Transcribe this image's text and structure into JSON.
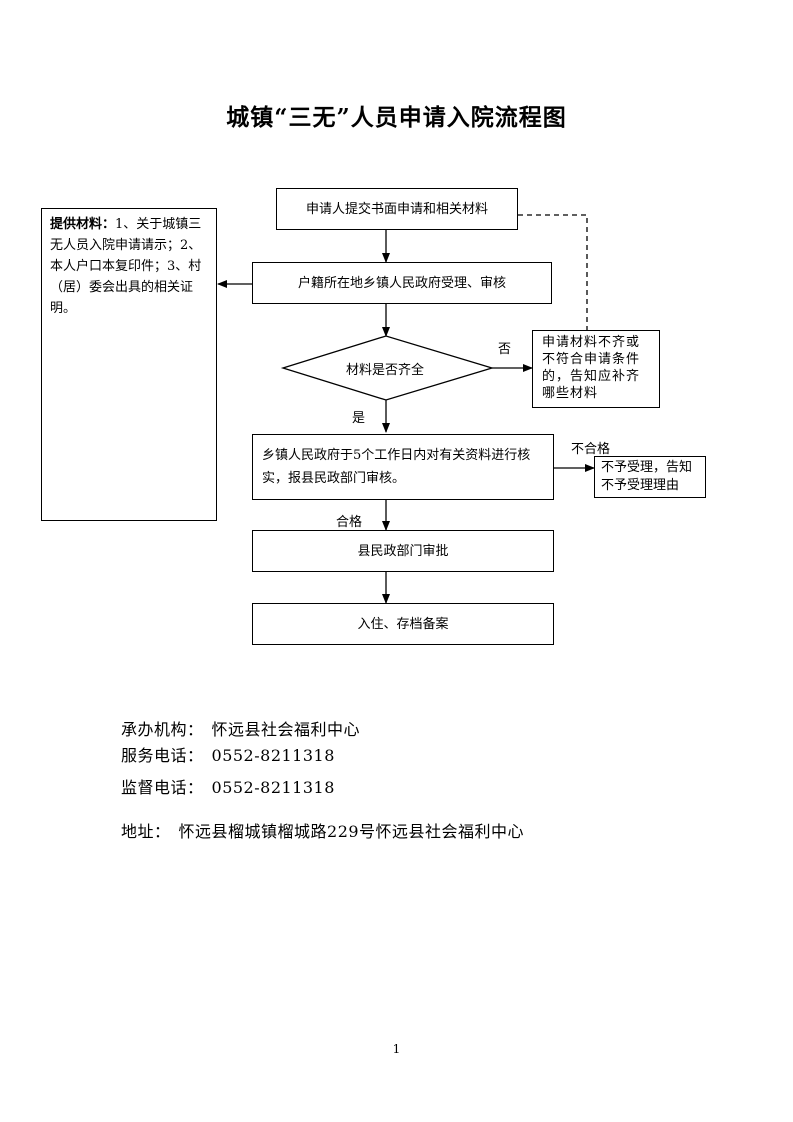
{
  "title": "城镇“三无”人员申请入院流程图",
  "materials": {
    "heading": "提供材料：",
    "body": "1、关于城镇三无人员入院申请请示；2、本人户口本复印件；3、村（居）委会出具的相关证明。"
  },
  "steps": {
    "submit": "申请人提交书面申请和相关材料",
    "accept": "户籍所在地乡镇人民政府受理、审核",
    "check": "材料是否齐全",
    "incomplete": "申请材料不齐或不符合申请条件的，告知应补齐哪些材料",
    "town_review": "乡镇人民政府于5个工作日内对有关资料进行核实，报县民政部门审核。",
    "reject": "不予受理，告知不予受理理由",
    "county_approve": "县民政部门审批",
    "archive": "入住、存档备案"
  },
  "labels": {
    "no": "否",
    "yes": "是",
    "unqualified": "不合格",
    "qualified": "合格"
  },
  "footer": {
    "org_label": "承办机构：",
    "org": "怀远县社会福利中心",
    "phone_label": "服务电话：",
    "phone": "0552-8211318",
    "supervise_label": "监督电话：",
    "supervise": "0552-8211318",
    "address_label": "地址：",
    "address": "怀远县榴城镇榴城路229号怀远县社会福利中心"
  },
  "page_number": "1"
}
